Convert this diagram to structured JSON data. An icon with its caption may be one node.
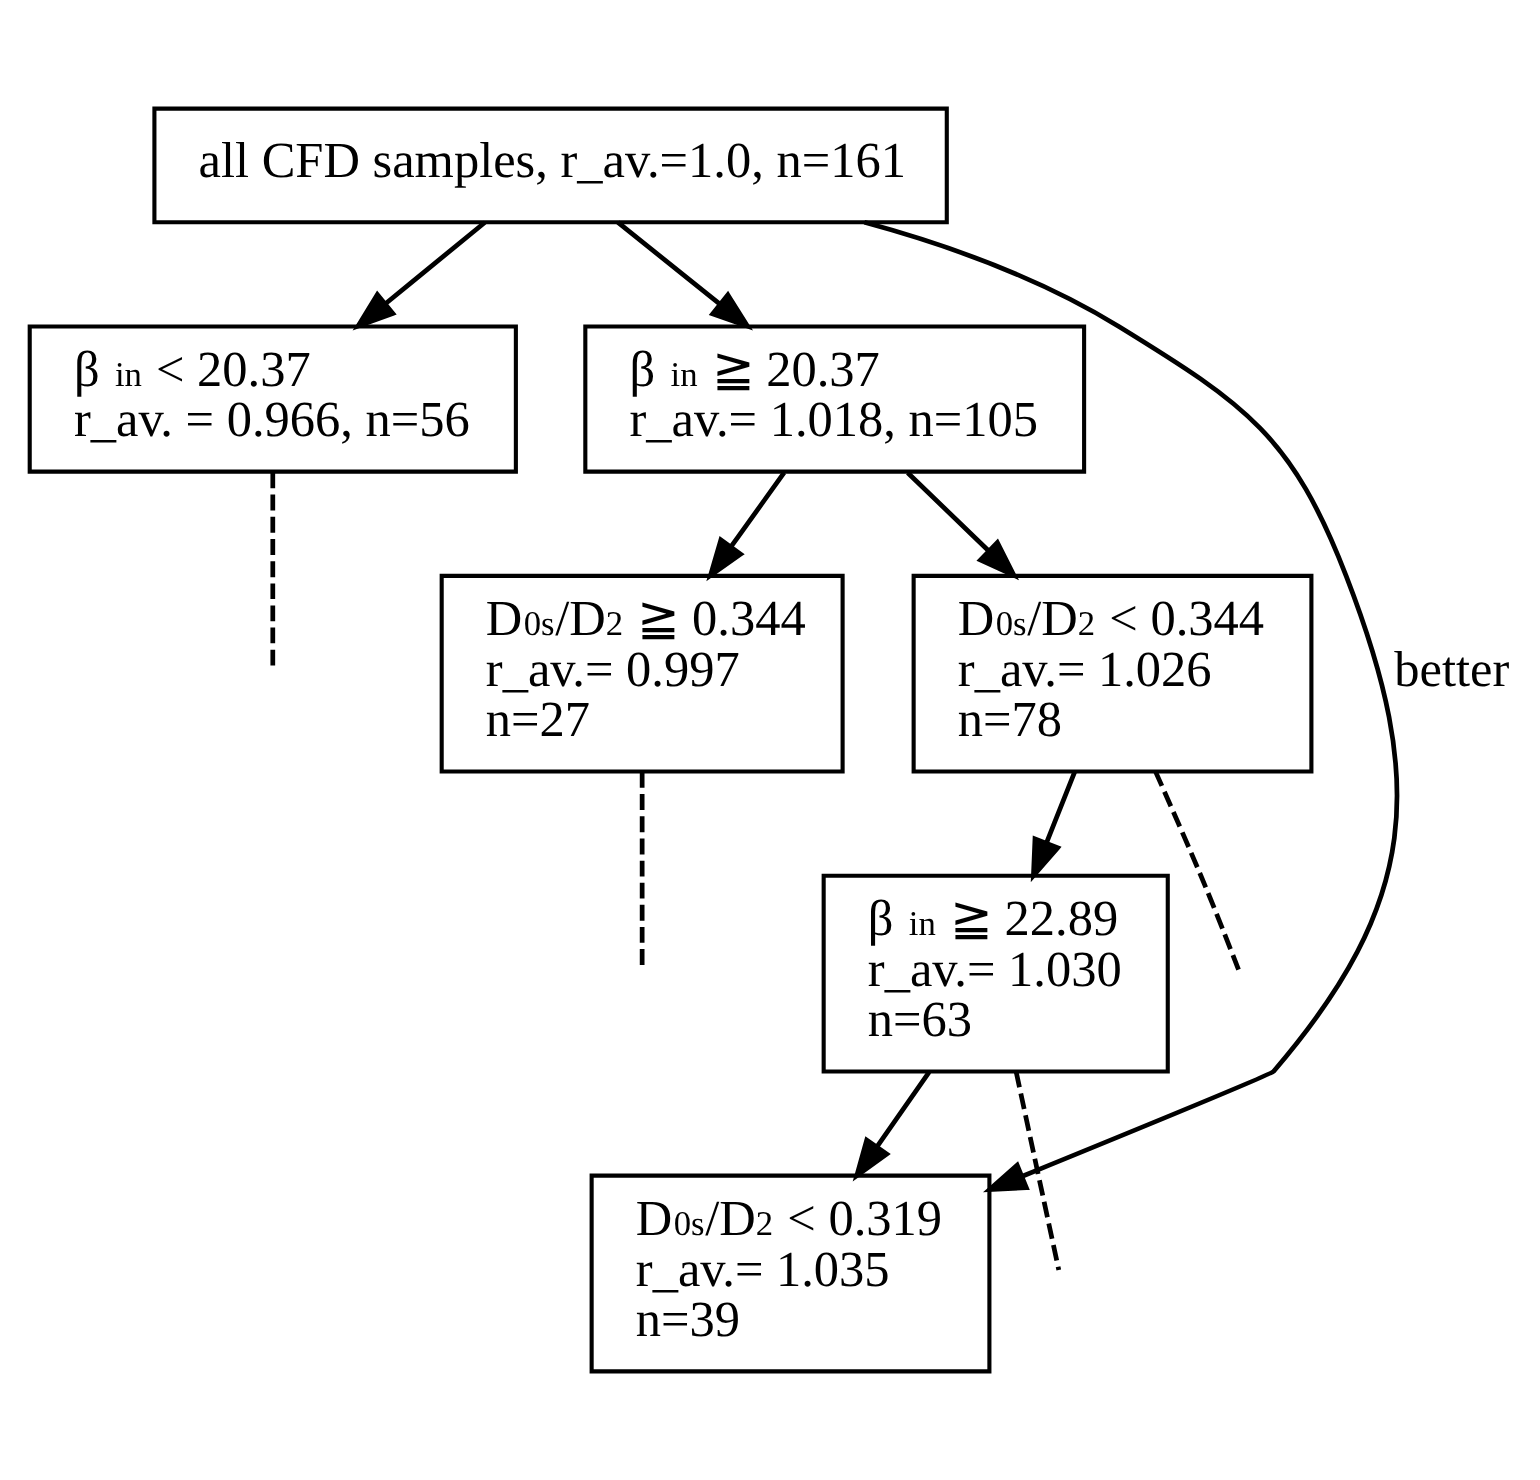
{
  "diagram": {
    "nodes": [
      {
        "text": [
          "all CFD samples, r_av.=1.0, n=161"
        ]
      },
      {
        "text": [
          "β $_{in}$ < 20.37",
          "r_av. = 0.966, n=56"
        ]
      },
      {
        "text": [
          "β $_{in}$ ≧ 20.37",
          "r_av.= 1.018, n=105"
        ]
      },
      {
        "text": [
          "D$_{0s}$/D$_{2}$ ≧ 0.344",
          "r_av.= 0.997",
          "n=27"
        ]
      },
      {
        "text": [
          "D$_{0s}$/D$_{2}$ < 0.344",
          "r_av.= 1.026",
          "n=78"
        ]
      },
      {
        "text": [
          "β $_{in}$ ≧ 22.89",
          "r_av.= 1.030",
          "n=63"
        ]
      },
      {
        "text": [
          "D$_{0s}$/D$_{2}$ < 0.319",
          "r_av.= 1.035",
          "n=39"
        ]
      }
    ],
    "edges": [
      {
        "from": 0,
        "to": 1,
        "arrow": "to"
      },
      {
        "from": 0,
        "to": 2,
        "arrow": "to"
      },
      {
        "from": 1,
        "to": null,
        "arrow": "none",
        "style": "dashed"
      },
      {
        "from": 2,
        "to": 3,
        "arrow": "to"
      },
      {
        "from": 2,
        "to": 4,
        "arrow": "to"
      },
      {
        "from": 3,
        "to": null,
        "arrow": "none",
        "style": "dashed"
      },
      {
        "from": 4,
        "to": null,
        "arrow": "none",
        "style": "dashed"
      },
      {
        "from": 4,
        "to": 5,
        "arrow": "to"
      },
      {
        "from": 5,
        "to": null,
        "arrow": "none",
        "style": "dashed"
      },
      {
        "from": 5,
        "to": 6,
        "arrow": "to"
      },
      {
        "from": 0,
        "to": 6,
        "arrow": "to",
        "label": "better"
      }
    ]
  }
}
